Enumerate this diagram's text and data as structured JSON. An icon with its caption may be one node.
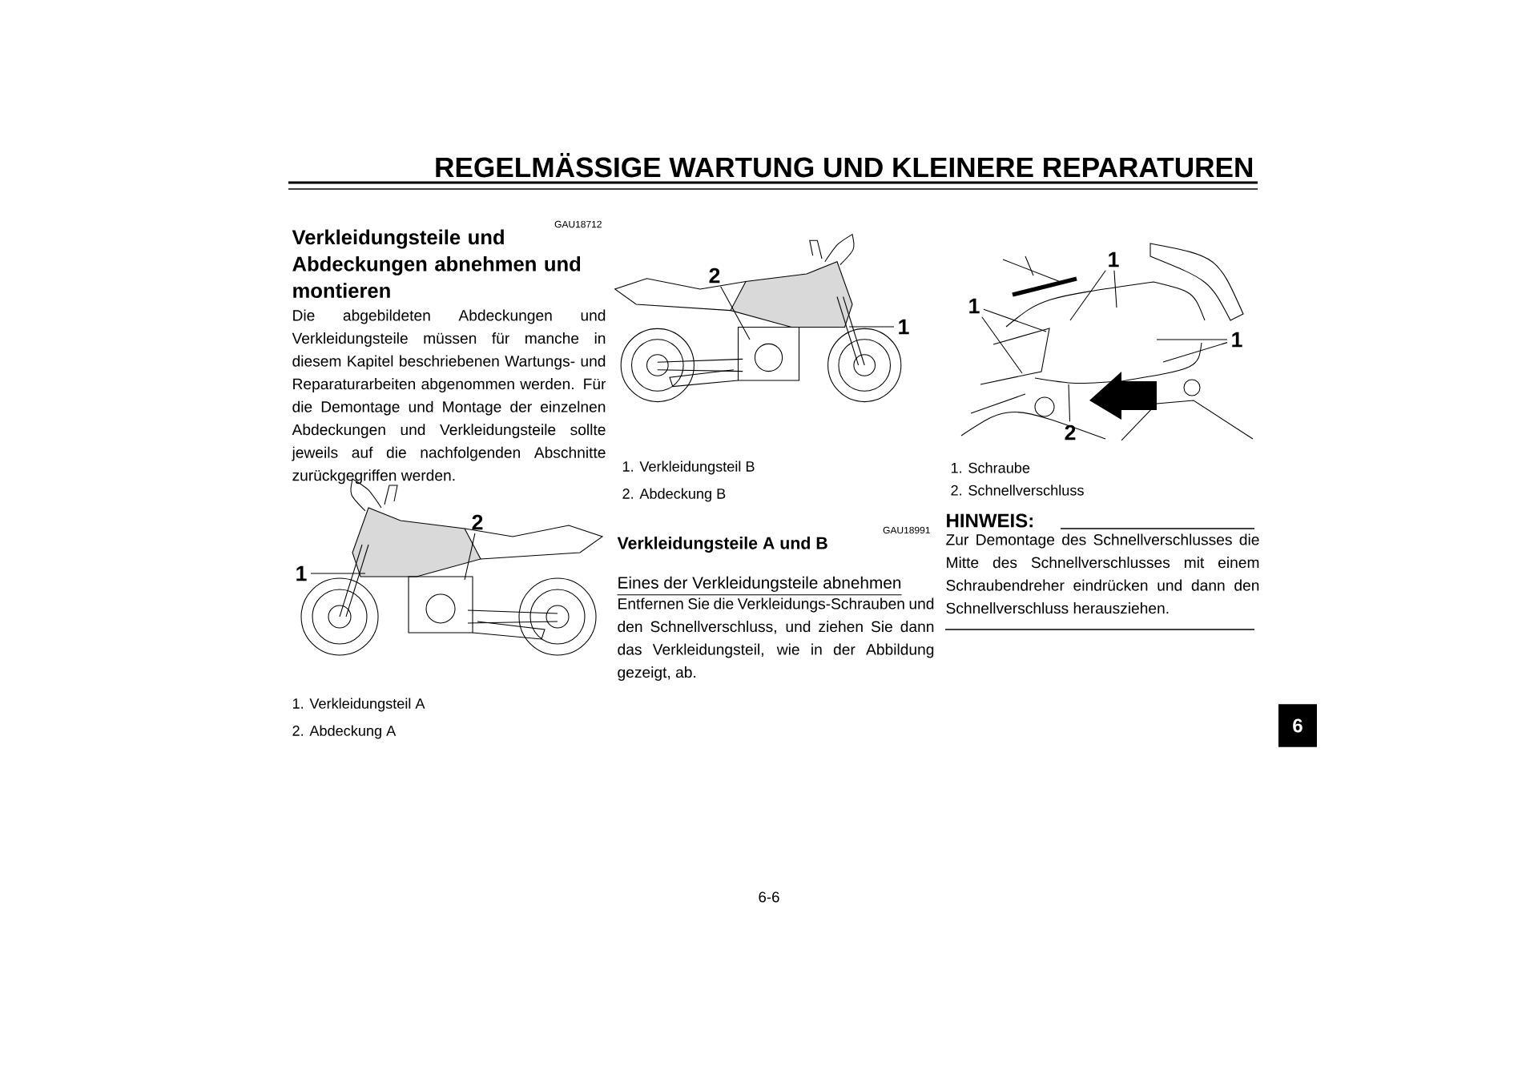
{
  "diagram": {
    "title": "REGELMÄSSIGE WARTUNG UND KLEINERE REPARATUREN",
    "nodes": [
      {
        "text": [
          "1"
        ]
      },
      {
        "text": [
          "2"
        ]
      },
      {
        "text": [
          "2"
        ]
      },
      {
        "text": [
          "1"
        ]
      },
      {
        "text": [
          "1"
        ]
      },
      {
        "text": [
          "1"
        ]
      },
      {
        "text": [
          "1"
        ]
      },
      {
        "text": [
          "2"
        ]
      },
      {
        "text": [
          "6"
        ]
      }
    ],
    "edges": [
      {
        "from": 0,
        "to": null,
        "arrow": "none"
      },
      {
        "from": 1,
        "to": null,
        "arrow": "none"
      },
      {
        "from": 2,
        "to": null,
        "arrow": "none"
      },
      {
        "from": 3,
        "to": null,
        "arrow": "none"
      },
      {
        "from": 4,
        "to": null,
        "arrow": "none"
      },
      {
        "from": 4,
        "to": null,
        "arrow": "none"
      },
      {
        "from": 5,
        "to": null,
        "arrow": "none"
      },
      {
        "from": 5,
        "to": null,
        "arrow": "none"
      },
      {
        "from": 6,
        "to": null,
        "arrow": "none"
      },
      {
        "from": 6,
        "to": null,
        "arrow": "none"
      },
      {
        "from": 7,
        "to": null,
        "arrow": "none"
      }
    ],
    "labels": [
      "GAU18712",
      "Verkleidungsteile und Abdeckungen abnehmen und montieren",
      "Die abgebildeten Abdeckungen und Verkleidungsteile müssen für manche in diesem Kapitel beschriebenen Wartungs- und Reparaturarbeiten abgenommen werden. Für die Demontage und Montage der einzelnen Abdeckungen und Verkleidungsteile sollte jeweils auf die nachfolgenden Abschnitte zurückgegriffen werden.",
      "1. Verkleidungsteil A",
      "2. Abdeckung A",
      "1. Verkleidungsteil B",
      "2. Abdeckung B",
      "GAU18991",
      "Verkleidungsteile A und B",
      "Eines der Verkleidungsteile abnehmen",
      "Entfernen Sie die Verkleidungs-Schrauben und den Schnellverschluss, und ziehen Sie dann das Verkleidungsteil, wie in der Abbildung gezeigt, ab.",
      "1. Schraube",
      "2. Schnellverschluss",
      "HINWEIS:",
      "Zur Demontage des Schnellverschlusses die Mitte des Schnellverschlusses mit einem Schraubendreher eindrücken und dann den Schnellverschluss herausziehen.",
      "6-6"
    ]
  }
}
